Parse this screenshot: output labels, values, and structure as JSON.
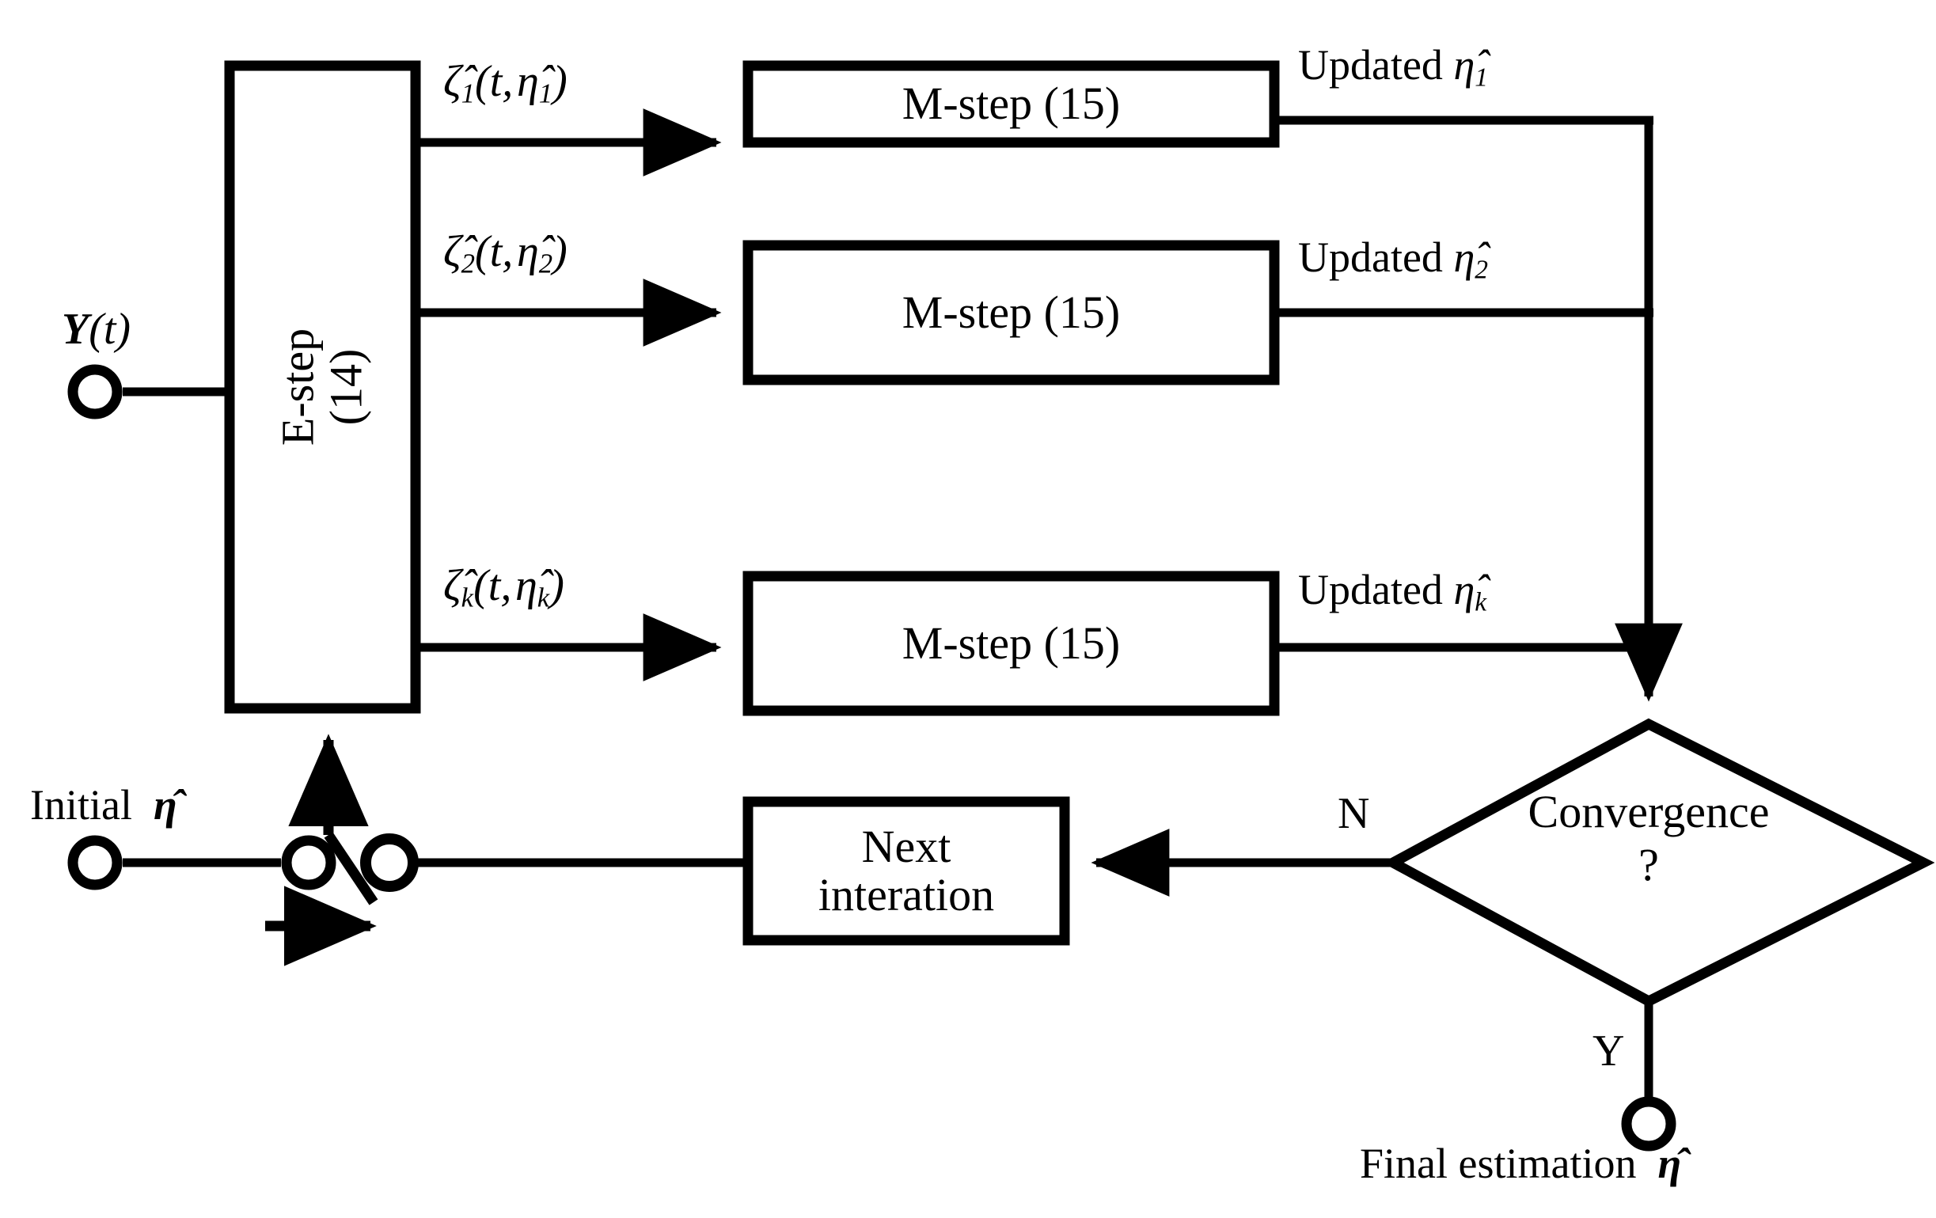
{
  "diagram": {
    "title": "EM algorithm block diagram",
    "stroke_color": "#000000",
    "background": "#ffffff"
  },
  "terminals": {
    "input_label": "Y(t)",
    "input_label_plain": "Y",
    "input_label_arg": "(t)",
    "initial_label": "Initial",
    "initial_symbol": "η̂",
    "final_label": "Final estimation",
    "final_symbol": "η̂"
  },
  "blocks": {
    "estep": {
      "label": "E-step (14)",
      "orientation": "vertical"
    },
    "mstep": [
      {
        "label": "M-step (15)"
      },
      {
        "label": "M-step (15)"
      },
      {
        "label": "M-step (15)"
      }
    ],
    "next_iteration": {
      "line1": "Next",
      "line2": "interation"
    },
    "decision": {
      "line1": "Convergence",
      "line2": "?"
    }
  },
  "edge_labels": {
    "zeta": [
      {
        "text": "ζ̂₁(t, η̂1)",
        "base": "ζ̂",
        "sub": "1",
        "arg_open": "(t,",
        "eta": "η̂",
        "eta_sub": "1",
        "arg_close": ")"
      },
      {
        "text": "ζ̂₂(t, η̂2)",
        "base": "ζ̂",
        "sub": "2",
        "arg_open": "(t,",
        "eta": "η̂",
        "eta_sub": "2",
        "arg_close": ")"
      },
      {
        "text": "ζ̂ₖ(t, η̂k)",
        "base": "ζ̂",
        "sub": "k",
        "arg_open": "(t,",
        "eta": "η̂",
        "eta_sub": "k",
        "arg_close": ")"
      }
    ],
    "updated": [
      {
        "prefix": "Updated",
        "symbol": "η̂",
        "sub": "1"
      },
      {
        "prefix": "Updated",
        "symbol": "η̂",
        "sub": "2"
      },
      {
        "prefix": "Updated",
        "symbol": "η̂",
        "sub": "k"
      }
    ],
    "branch_no": "N",
    "branch_yes": "Y"
  }
}
